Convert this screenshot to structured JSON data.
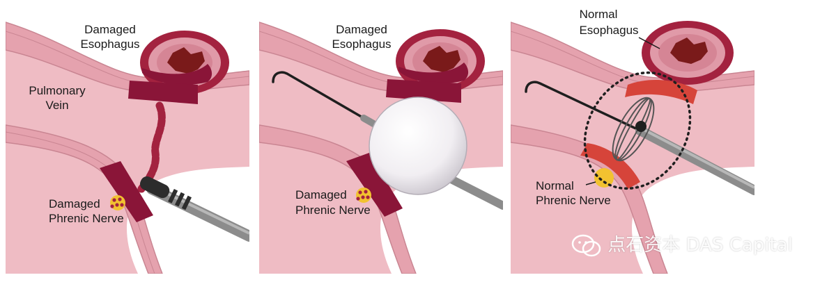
{
  "panels": [
    {
      "labels": {
        "esophagus": [
          "Damaged",
          "Esophagus"
        ],
        "vein": [
          "Pulmonary",
          "Vein"
        ],
        "nerve": [
          "Damaged",
          "Phrenic Nerve"
        ]
      }
    },
    {
      "labels": {
        "esophagus": [
          "Damaged",
          "Esophagus"
        ],
        "nerve": [
          "Damaged",
          "Phrenic Nerve"
        ]
      }
    },
    {
      "labels": {
        "esophagus": [
          "Normal",
          "Esophagus"
        ],
        "nerve": [
          "Normal",
          "Phrenic Nerve"
        ]
      }
    }
  ],
  "watermark": "点石资本 DAS Capital",
  "colors": {
    "tissue": "#efbcc4",
    "wall": "#e5a2ae",
    "wall_edge": "#c98592",
    "damage": "#8a1538",
    "ablation": "#d6443a",
    "nerve": "#f2c230",
    "catheter": "#8c8c8c"
  }
}
